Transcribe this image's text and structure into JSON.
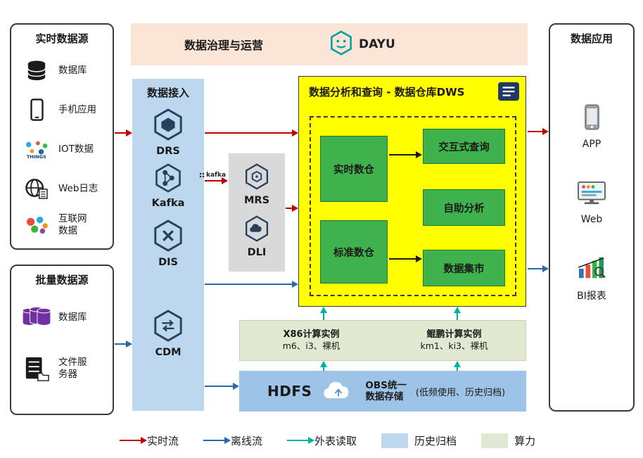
{
  "colors": {
    "realtime_flow": "#BF0000",
    "offline_flow": "#2569AE",
    "external_read": "#00B0A0",
    "archive_fill": "#BDD7EE",
    "compute_fill": "#E2E9D3",
    "dws_fill": "#FFFF00",
    "module_fill": "#3FB24E",
    "ingestion_fill": "#BDD7EE",
    "governance_fill": "#FBE5D6",
    "storage_fill": "#9DC3E6",
    "services_fill": "#D9D9D9"
  },
  "governance": {
    "title": "数据治理与运营",
    "logo_text": "DAYU"
  },
  "realtime_sources": {
    "title": "实时数据源",
    "items": [
      {
        "label": "数据库",
        "icon": "database-icon"
      },
      {
        "label": "手机应用",
        "icon": "mobile-phone-icon"
      },
      {
        "label": "IOT数据",
        "icon": "iot-icon"
      },
      {
        "label": "Web日志",
        "icon": "web-globe-icon"
      },
      {
        "label": "互联网数据",
        "icon": "internet-data-icon"
      }
    ]
  },
  "batch_sources": {
    "title": "批量数据源",
    "items": [
      {
        "label": "数据库",
        "icon": "database-cluster-icon"
      },
      {
        "label": "文件服务器",
        "icon": "file-server-icon"
      }
    ]
  },
  "ingestion": {
    "title": "数据接入",
    "services": [
      {
        "name": "DRS",
        "icon": "drs-hexagon-icon"
      },
      {
        "name": "Kafka",
        "icon": "kafka-hexagon-icon",
        "badge": "kafka"
      },
      {
        "name": "DIS",
        "icon": "dis-hexagon-icon"
      },
      {
        "name": "CDM",
        "icon": "cdm-hexagon-icon"
      }
    ]
  },
  "analytics_services": {
    "services": [
      {
        "name": "MRS",
        "icon": "mrs-hexagon-icon"
      },
      {
        "name": "DLI",
        "icon": "dli-hexagon-icon"
      }
    ]
  },
  "dws": {
    "title": "数据分析和查询 - 数据仓库DWS",
    "warehouses": [
      {
        "label": "实时数仓"
      },
      {
        "label": "标准数仓"
      }
    ],
    "capabilities": [
      {
        "label": "交互式查询"
      },
      {
        "label": "自助分析"
      },
      {
        "label": "数据集市"
      }
    ]
  },
  "compute": {
    "instances": [
      {
        "name": "X86计算实例",
        "spec": "m6、i3、裸机"
      },
      {
        "name": "鲲鹏计算实例",
        "spec": "km1、ki3、裸机"
      }
    ]
  },
  "storage": {
    "hdfs_label": "HDFS",
    "obs_line1": "OBS统一",
    "obs_line2": "数据存储",
    "note": "(低频使用、历史归档)"
  },
  "applications": {
    "title": "数据应用",
    "items": [
      {
        "label": "APP",
        "icon": "app-phone-icon"
      },
      {
        "label": "Web",
        "icon": "web-monitor-icon"
      },
      {
        "label": "BI报表",
        "icon": "bi-report-icon"
      }
    ]
  },
  "legend": {
    "items": [
      {
        "label": "实时流",
        "kind": "arrow",
        "color": "#BF0000"
      },
      {
        "label": "离线流",
        "kind": "arrow",
        "color": "#2569AE"
      },
      {
        "label": "外表读取",
        "kind": "arrow",
        "color": "#00B0A0"
      },
      {
        "label": "历史归档",
        "kind": "swatch",
        "color": "#BDD7EE"
      },
      {
        "label": "算力",
        "kind": "swatch",
        "color": "#E2E9D3"
      }
    ]
  }
}
